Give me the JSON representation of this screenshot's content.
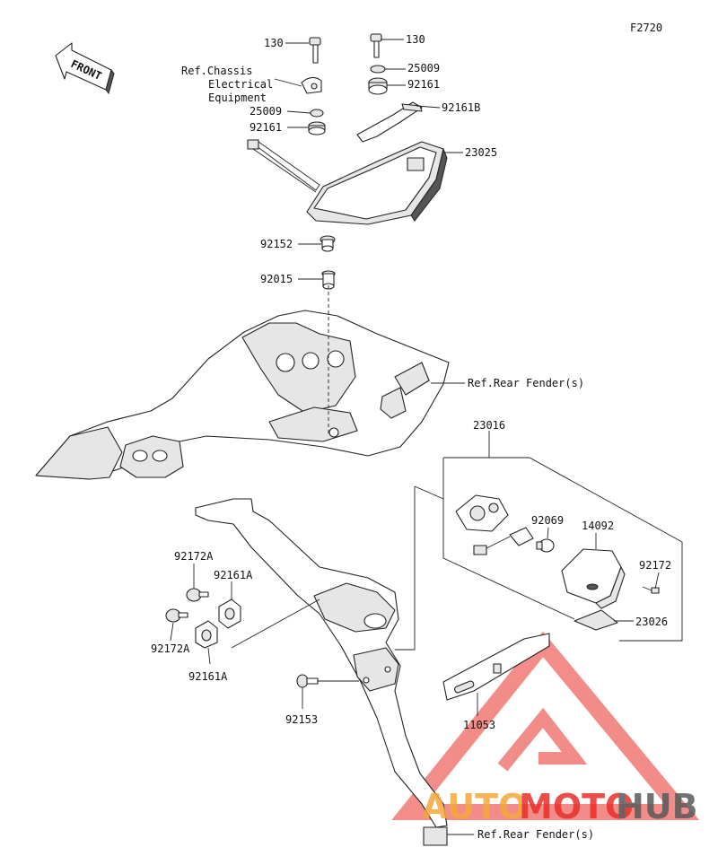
{
  "figure_code": "F2720",
  "front_label": "FRONT",
  "callouts": {
    "bolt_130_left": "130",
    "bolt_130_right": "130",
    "ref_chassis_line1": "Ref.Chassis",
    "ref_chassis_line2": "Electrical",
    "ref_chassis_line3": "Equipment",
    "washer_25009_right": "25009",
    "washer_25009_left": "25009",
    "grommet_92161_right": "92161",
    "grommet_92161_left": "92161",
    "bracket_92161b": "92161B",
    "tail_lamp_23025": "23025",
    "collar_92152": "92152",
    "nut_92015": "92015",
    "ref_rear_fender_upper": "Ref.Rear Fender(s)",
    "lamp_assembly_23016": "23016",
    "bulb_92069": "92069",
    "lens_14092": "14092",
    "screw_92172": "92172",
    "reflector_23026": "23026",
    "damper_92172a_upper": "92172A",
    "damper_92172a_lower": "92172A",
    "grommet_92161a_upper": "92161A",
    "grommet_92161a_lower": "92161A",
    "bolt_92153": "92153",
    "bracket_11053": "11053",
    "ref_rear_fender_lower": "Ref.Rear Fender(s)"
  },
  "watermark": {
    "part1": "AUTO",
    "part2": "MOTO",
    "part3": "HUB",
    "color_red": "#e8302a",
    "color_orange": "#f2a93b",
    "color_gray": "#5a5a5a"
  }
}
